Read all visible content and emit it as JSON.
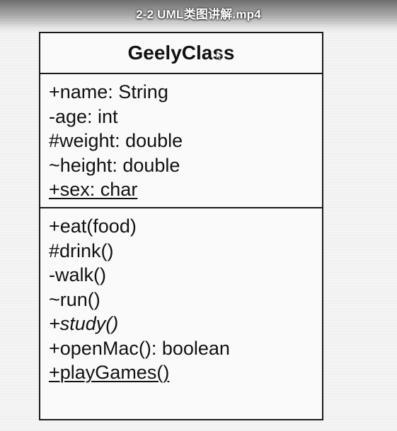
{
  "video": {
    "title": "2-2 UML类图讲解.mp4"
  },
  "uml_class": {
    "name": "GeelyClass",
    "attributes": [
      {
        "text": "+name: String",
        "static": false,
        "abstract": false
      },
      {
        "text": "-age: int",
        "static": false,
        "abstract": false
      },
      {
        "text": "#weight: double",
        "static": false,
        "abstract": false
      },
      {
        "text": "~height: double",
        "static": false,
        "abstract": false
      },
      {
        "text": "+sex: char",
        "static": true,
        "abstract": false
      }
    ],
    "operations": [
      {
        "text": "+eat(food)",
        "static": false,
        "abstract": false
      },
      {
        "text": "#drink()",
        "static": false,
        "abstract": false
      },
      {
        "text": "-walk()",
        "static": false,
        "abstract": false
      },
      {
        "text": "~run()",
        "static": false,
        "abstract": false
      },
      {
        "text": "+study()",
        "static": false,
        "abstract": true
      },
      {
        "text": "+openMac(): boolean",
        "static": false,
        "abstract": false
      },
      {
        "text": "+playGames()",
        "static": true,
        "abstract": false
      }
    ]
  },
  "colors": {
    "border": "#1a1a1a",
    "text": "#111111",
    "background": "#fafafa"
  }
}
